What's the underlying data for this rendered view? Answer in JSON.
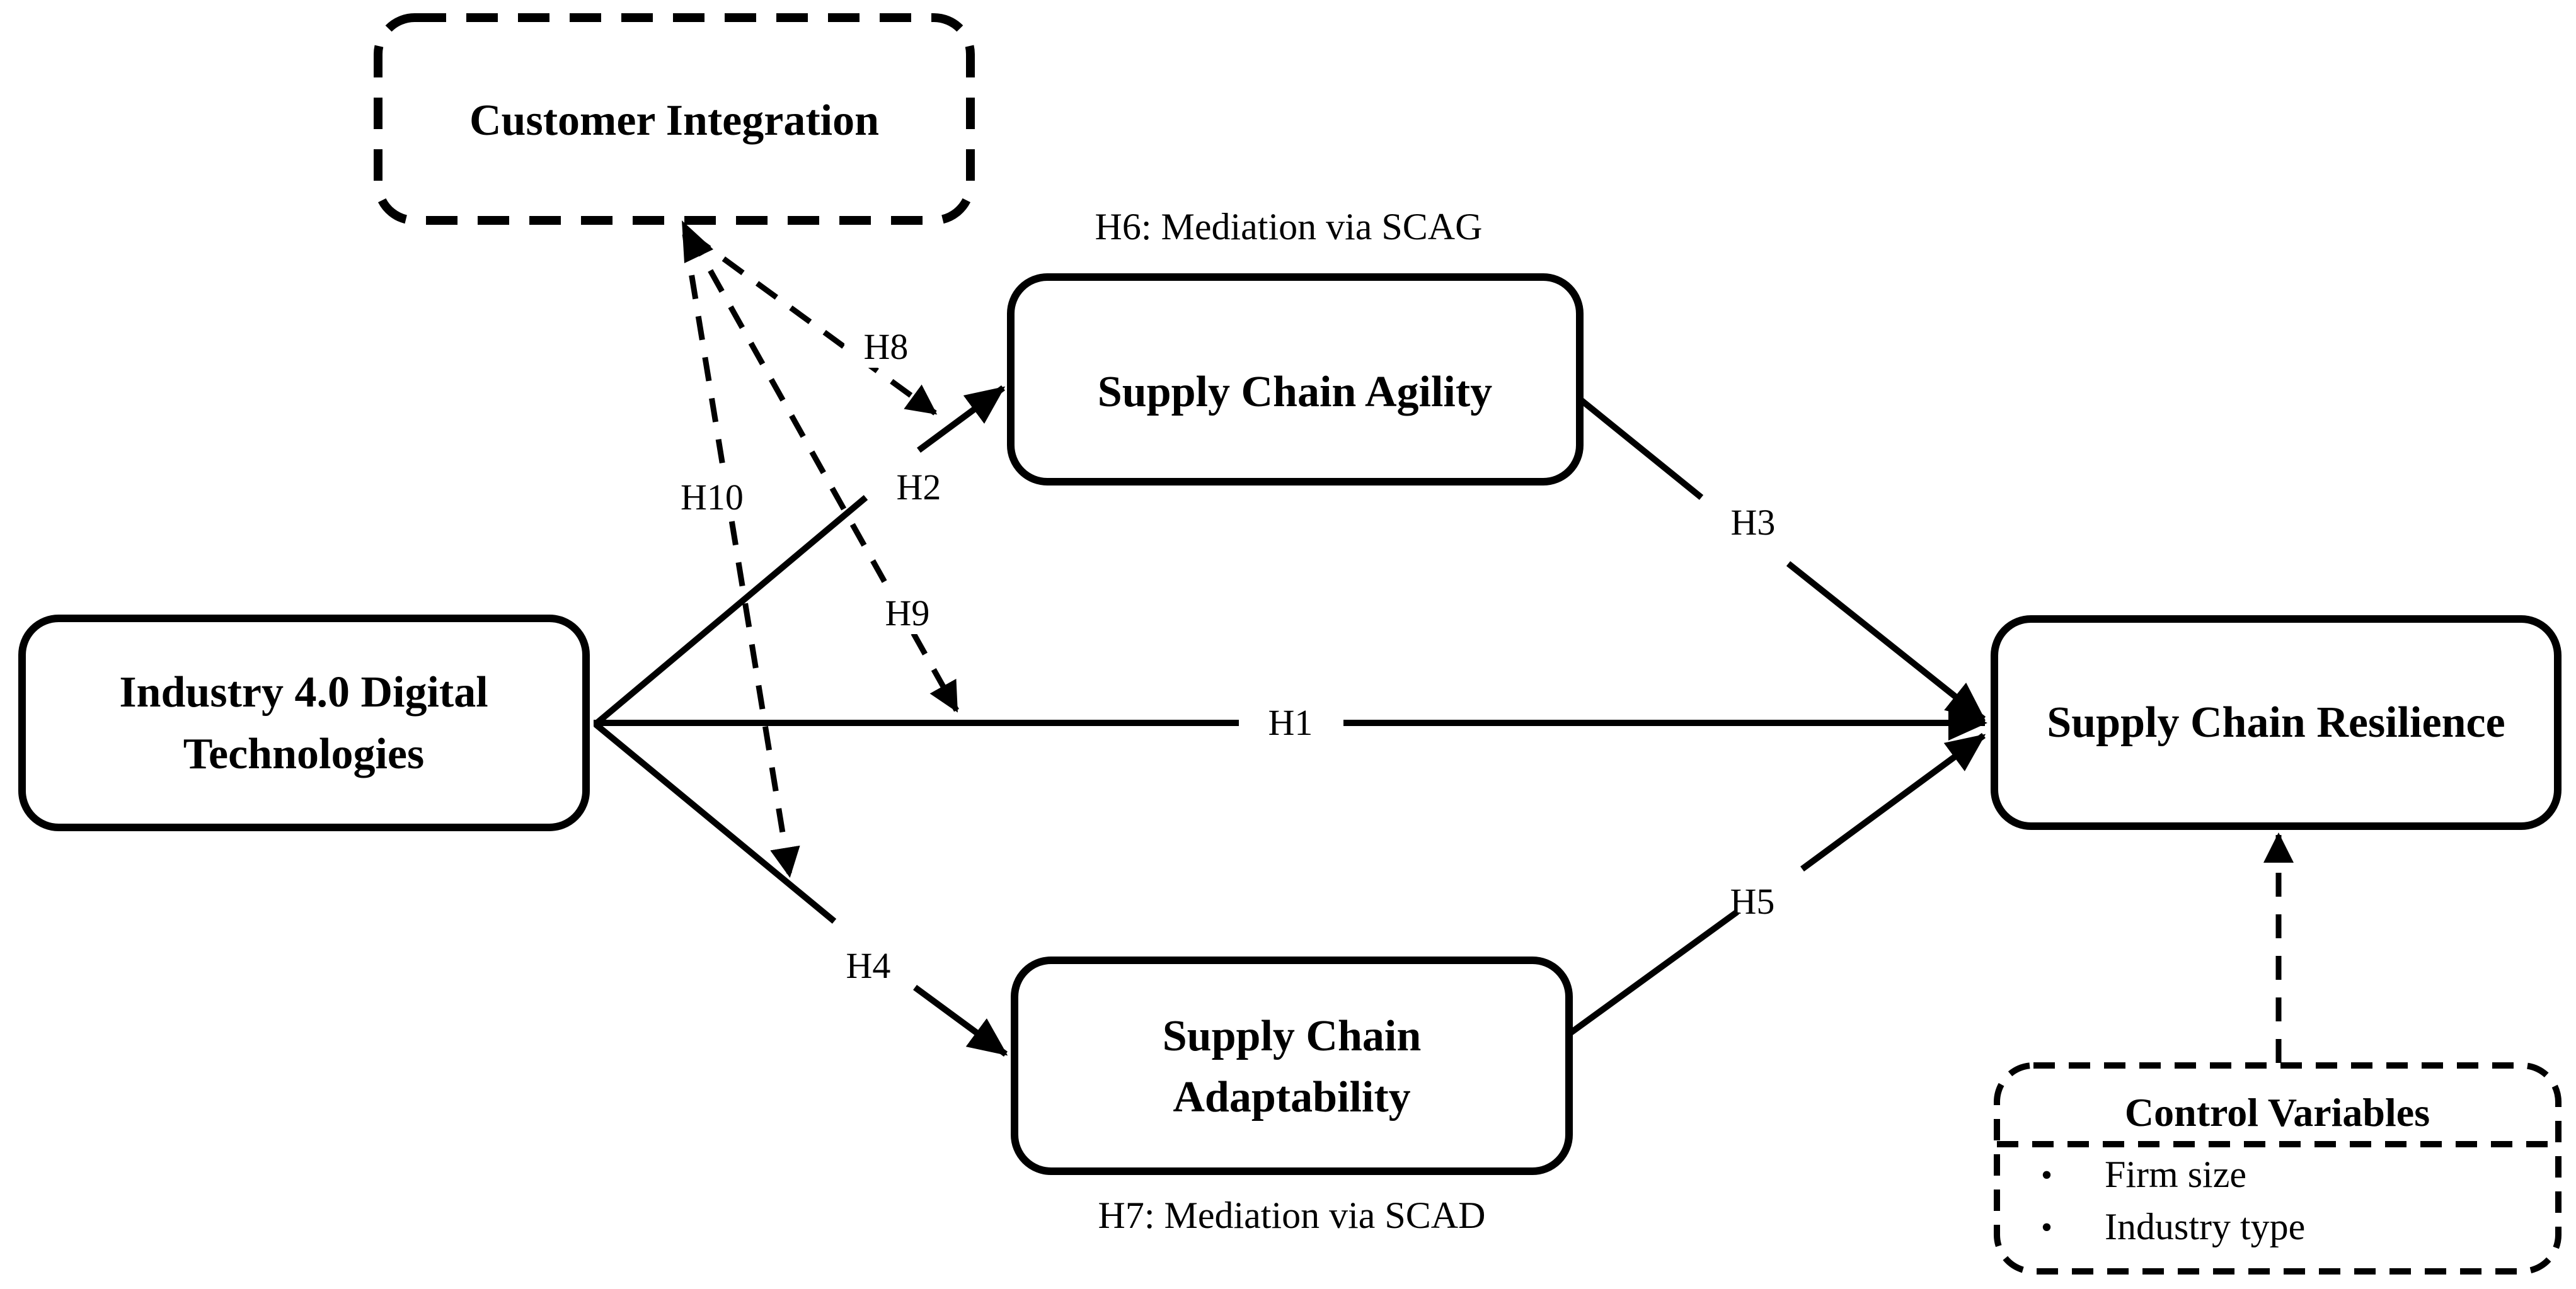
{
  "figure": {
    "colors": {
      "line": "#000000",
      "background": "#ffffff"
    },
    "nodes": {
      "customer_integration": {
        "label": "Customer Integration"
      },
      "supply_chain_agility": {
        "label": "Supply Chain Agility"
      },
      "industry_4_0": {
        "label_line1": "Industry 4.0 Digital",
        "label_line2": "Technologies"
      },
      "supply_chain_resilience": {
        "label": "Supply Chain Resilience"
      },
      "supply_chain_adaptability": {
        "label_line1": "Supply Chain",
        "label_line2": "Adaptability"
      },
      "control_variables": {
        "title": "Control Variables",
        "items": [
          {
            "bullet": "•",
            "label": "Firm size"
          },
          {
            "bullet": "•",
            "label": "Industry type"
          }
        ]
      }
    },
    "annotations": {
      "h6": "H6: Mediation via SCAG",
      "h7": "H7: Mediation via SCAD"
    },
    "hypothesis_labels": {
      "h1": "H1",
      "h2": "H2",
      "h3": "H3",
      "h4": "H4",
      "h5": "H5",
      "h8": "H8",
      "h9": "H9",
      "h10": "H10"
    }
  }
}
